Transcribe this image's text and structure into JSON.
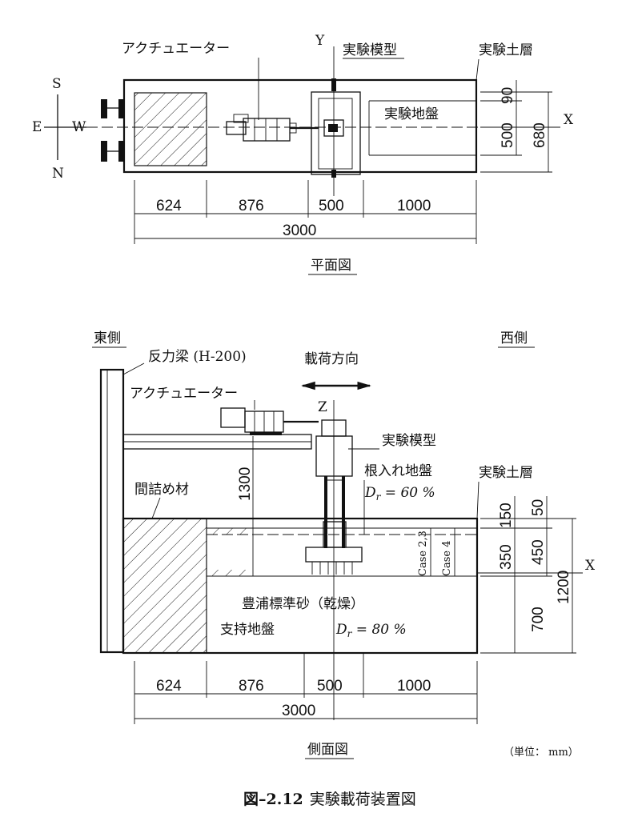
{
  "plan": {
    "title": "平面図",
    "actuator_label": "アクチュエーター",
    "model_label": "実験模型",
    "soil_layer_label": "実験土層",
    "ground_label": "実験地盤",
    "axis_y": "Y",
    "axis_x": "X",
    "compass": {
      "s": "S",
      "e": "E",
      "w": "W",
      "n": "N"
    },
    "dims_bottom": [
      "624",
      "876",
      "500",
      "1000"
    ],
    "dim_total": "3000",
    "dims_right": [
      "90",
      "500",
      "680"
    ]
  },
  "side": {
    "title": "側面図",
    "east_label": "東側",
    "west_label": "西側",
    "beam_label": "反力梁 (H-200)",
    "load_dir_label": "載荷方向",
    "actuator_label": "アクチュエーター",
    "model_label": "実験模型",
    "embed_label": "根入れ地盤",
    "embed_dr": "D",
    "embed_dr_sub": "r",
    "embed_dr_val": " = 60 %",
    "spacer_label": "間詰め材",
    "soil_layer_label": "実験土層",
    "sand_label": "豊浦標準砂（乾燥）",
    "support_label": "支持地盤",
    "support_dr": "D",
    "support_dr_sub": "r",
    "support_dr_val": " = 80 %",
    "axis_z": "Z",
    "axis_x": "X",
    "dim_1300": "1300",
    "case23": "Case 2,3",
    "case4": "Case 4",
    "dims_right_a": [
      "150",
      "350",
      "700"
    ],
    "dims_right_b": [
      "50",
      "450",
      "1200"
    ],
    "dims_bottom": [
      "624",
      "876",
      "500",
      "1000"
    ],
    "dim_total": "3000",
    "unit": "（単位： mm）"
  },
  "caption": {
    "number": "図–2.12",
    "text": "実験載荷装置図"
  }
}
